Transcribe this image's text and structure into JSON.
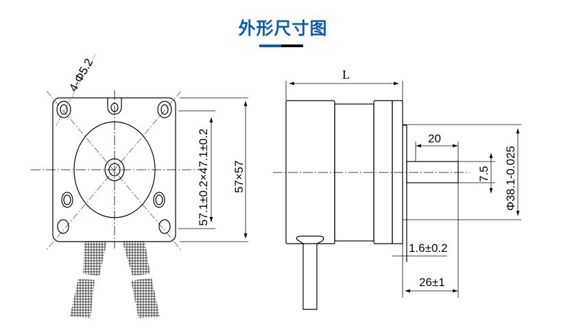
{
  "header": {
    "title": "外形尺寸图"
  },
  "front_view": {
    "hole_label": "4-Φ5.2",
    "inner_dim": "57.1±0.2×47.1±0.2",
    "outer_dim": "57×57"
  },
  "side_view": {
    "length_label": "L",
    "shaft_length": "20",
    "flat_width": "7.5",
    "pilot_diameter": "Φ38.1-0.025",
    "pilot_thickness": "1.6±0.2",
    "shaft_extension": "26±1"
  }
}
